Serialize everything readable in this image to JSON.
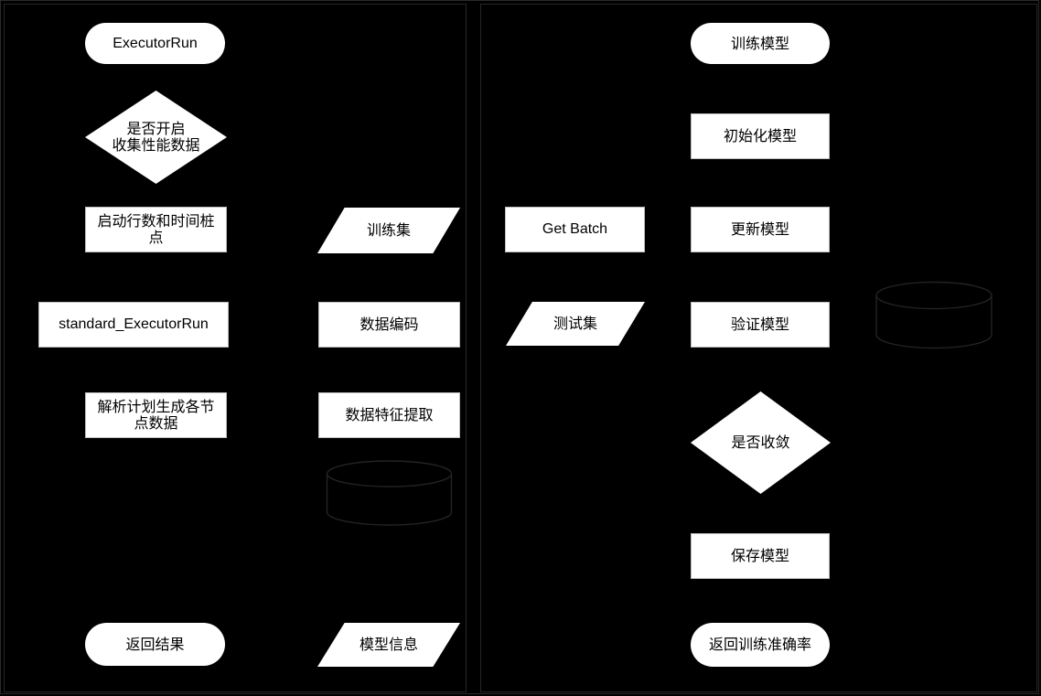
{
  "diagram": {
    "title": "Flowchart: ExecutorRun pipeline and model training pipeline",
    "background_color": "#000000",
    "node_fill": "#ffffff",
    "node_text_color": "#000000",
    "node_border_color": "#bdbdbd",
    "outline_only_color": "#262626"
  },
  "left_panel": {
    "name": "executor-run-flow",
    "nodes": [
      {
        "id": "executor-run",
        "shape": "terminator",
        "label": "ExecutorRun"
      },
      {
        "id": "collect-perf-data",
        "shape": "decision",
        "label": "是否开启\n收集性能数据"
      },
      {
        "id": "start-rowcount-time",
        "shape": "process",
        "label": "启动行数和时间桩点"
      },
      {
        "id": "standard-executorrun",
        "shape": "process",
        "label": "standard_ExecutorRun"
      },
      {
        "id": "parse-plan-nodes",
        "shape": "process",
        "label": "解析计划生成各节点数据"
      },
      {
        "id": "return-result",
        "shape": "terminator",
        "label": "返回结果"
      },
      {
        "id": "training-set",
        "shape": "data",
        "label": "训练集"
      },
      {
        "id": "data-encoding",
        "shape": "process",
        "label": "数据编码"
      },
      {
        "id": "feature-extraction",
        "shape": "process",
        "label": "数据特征提取"
      },
      {
        "id": "database-left",
        "shape": "database",
        "label": ""
      },
      {
        "id": "model-info",
        "shape": "data",
        "label": "模型信息"
      }
    ]
  },
  "right_panel": {
    "name": "model-training-flow",
    "nodes": [
      {
        "id": "train-model",
        "shape": "terminator",
        "label": "训练模型"
      },
      {
        "id": "init-model",
        "shape": "process",
        "label": "初始化模型"
      },
      {
        "id": "get-batch",
        "shape": "process",
        "label": "Get Batch"
      },
      {
        "id": "update-model",
        "shape": "process",
        "label": "更新模型"
      },
      {
        "id": "test-set",
        "shape": "data",
        "label": "测试集"
      },
      {
        "id": "validate-model",
        "shape": "process",
        "label": "验证模型"
      },
      {
        "id": "database-right",
        "shape": "database",
        "label": ""
      },
      {
        "id": "is-converged",
        "shape": "decision",
        "label": "是否收敛"
      },
      {
        "id": "save-model",
        "shape": "process",
        "label": "保存模型"
      },
      {
        "id": "return-accuracy",
        "shape": "terminator",
        "label": "返回训练准确率"
      }
    ]
  }
}
